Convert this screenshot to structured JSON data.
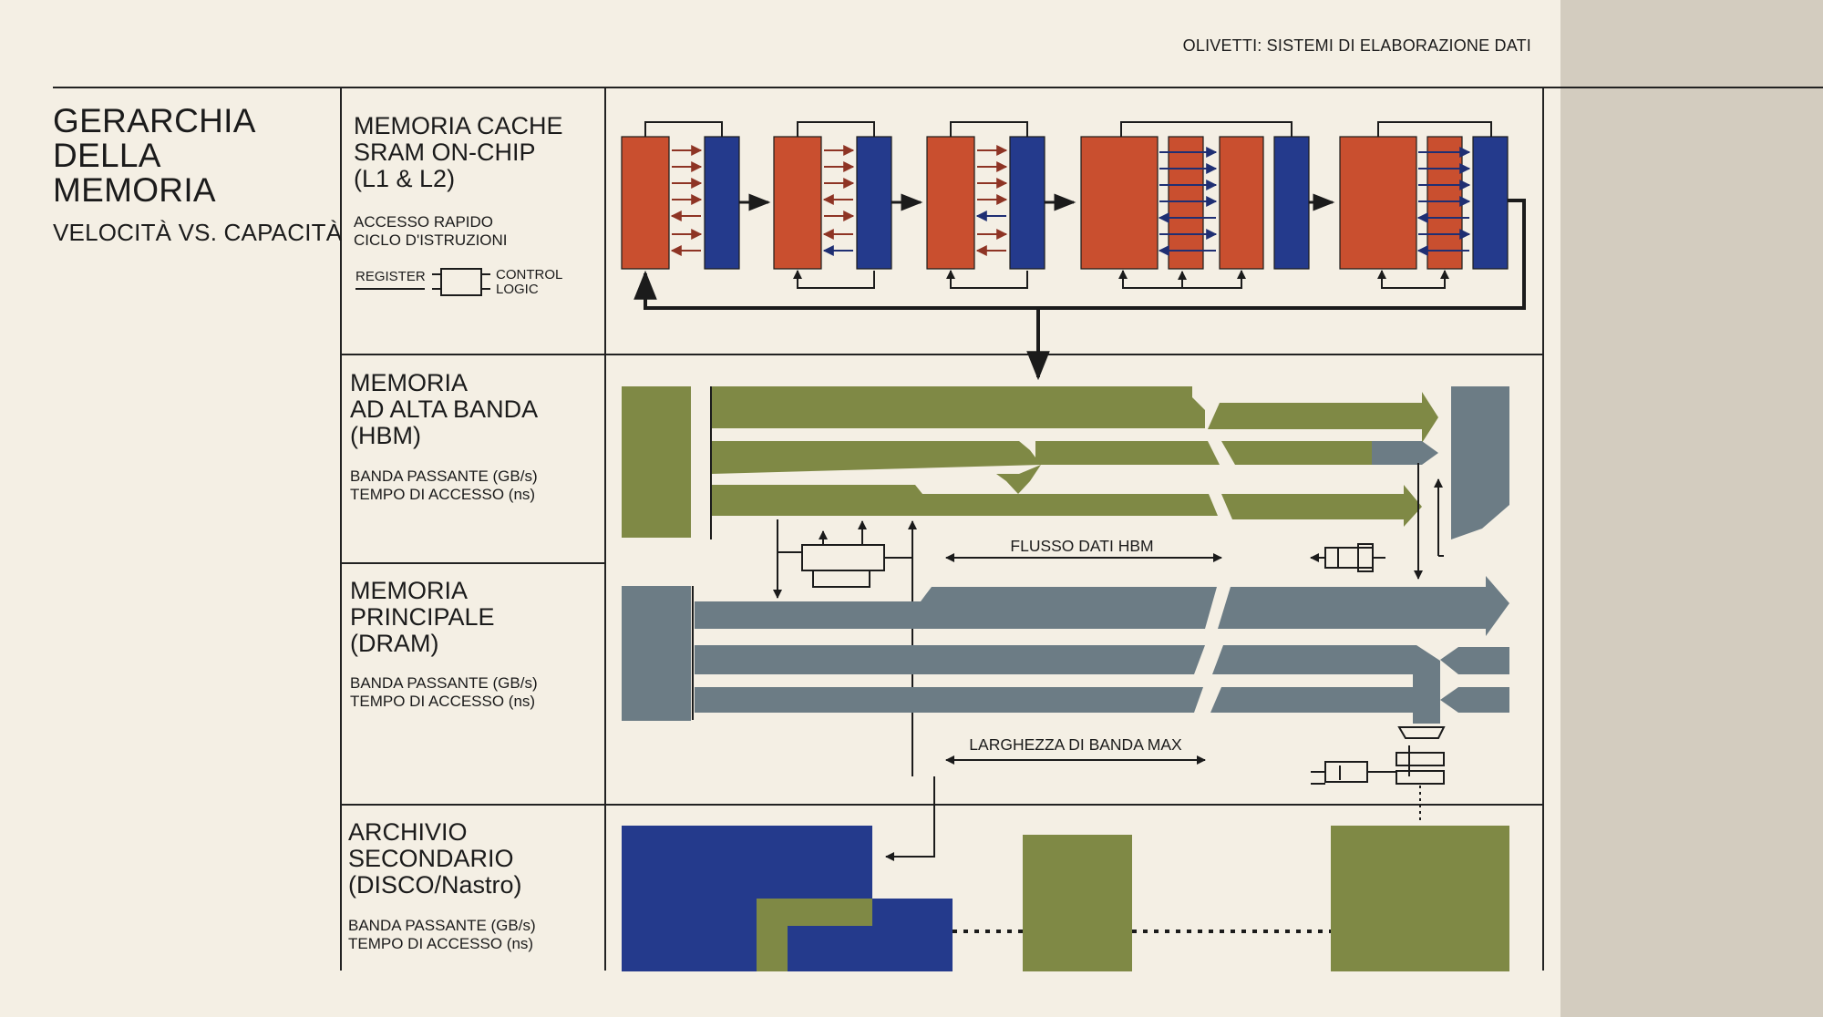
{
  "header": {
    "org": "OLIVETTI: SISTEMI DI ELABORAZIONE DATI"
  },
  "title": {
    "main": "GERARCHIA\nDELLA\nMEMORIA",
    "subtitle": "VELOCITÀ VS. CAPACITÀ"
  },
  "sections": [
    {
      "id": "cache",
      "title": "MEMORIA CACHE\nSRAM ON-CHIP\n(L1 & L2)",
      "desc": "ACCESSO RAPIDO\nCICLO D'ISTRUZIONI"
    },
    {
      "id": "hbm",
      "title": "MEMORIA\nAD ALTA BANDA\n(HBM)",
      "desc": "BANDA PASSANTE (GB/s)\nTEMPO DI ACCESSO (ns)"
    },
    {
      "id": "dram",
      "title": "MEMORIA\nPRINCIPALE\n(DRAM)",
      "desc": "BANDA PASSANTE (GB/s)\nTEMPO DI ACCESSO (ns)"
    },
    {
      "id": "storage",
      "title": "ARCHIVIO\nSECONDARIO\n(DISCO/Nastro)",
      "desc": "BANDA PASSANTE (GB/s)\nTEMPO DI ACCESSO (ns)"
    }
  ],
  "legend": {
    "register": "REGISTER",
    "control": "CONTROL\nLOGIC"
  },
  "diagram": {
    "hbm_flow_label": "FLUSSO DATI HBM",
    "dram_bandwidth_label": "LARGHEZZA DI BANDA MAX"
  },
  "colors": {
    "background": "#f4efe4",
    "sidebar": "#d3ccbf",
    "red": "#c94f2f",
    "blue": "#243a8c",
    "olive": "#7f8945",
    "slate": "#6c7c85",
    "ink": "#1b1b1b"
  }
}
